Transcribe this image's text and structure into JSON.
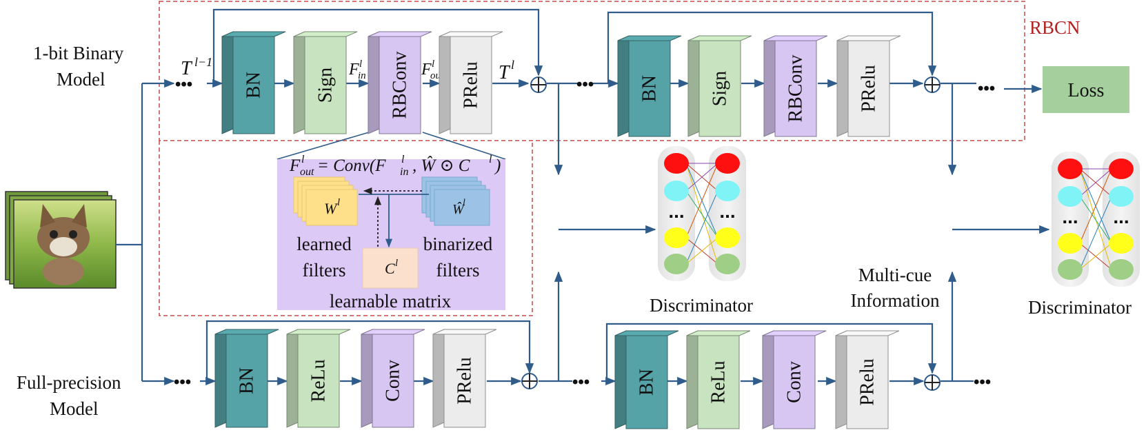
{
  "labels": {
    "binary_model_line1": "1-bit Binary",
    "binary_model_line2": "Model",
    "fp_model_line1": "Full-precision",
    "fp_model_line2": "Model",
    "rbcn": "RBCN",
    "loss": "Loss",
    "discriminator_1": "Discriminator",
    "discriminator_2": "Discriminator",
    "multicue_line1": "Multi-cue",
    "multicue_line2": "Information",
    "learned_1": "learned",
    "learned_2": "filters",
    "binarized_1": "binarized",
    "binarized_2": "filters",
    "learnable_matrix": "learnable matrix",
    "dots": "•••",
    "disc_dots": "..."
  },
  "math": {
    "t_prev": "T",
    "t_prev_sup": "l−1",
    "f_in": "F",
    "f_in_sub": "in",
    "f_in_sup": "l",
    "f_out": "F",
    "f_out_sub": "out",
    "f_out_sup": "l",
    "t_l": "T",
    "t_l_sup": "l",
    "eq_lhs": "F",
    "eq_lhs_sub": "out",
    "eq_lhs_sup": "l",
    "eq_rhs": " = Conv(F",
    "eq_rhs_sub": "in",
    "eq_rhs_sup": "l",
    "eq_rhs_tail": ", Ŵ ⊙ C",
    "eq_rhs_tail_sup": "l",
    "eq_close": ")",
    "w_learned": "W",
    "w_learned_sup": "l",
    "w_binarized": "Ŵ",
    "w_binarized_sup": "l",
    "c_matrix": "C",
    "c_matrix_sup": "l"
  },
  "blocks": {
    "binary_row_1": [
      "BN",
      "Sign",
      "RBConv",
      "PRelu"
    ],
    "binary_row_2": [
      "BN",
      "Sign",
      "RBConv",
      "PRelu"
    ],
    "fp_row_1": [
      "BN",
      "ReLu",
      "Conv",
      "PRelu"
    ],
    "fp_row_2": [
      "BN",
      "ReLu",
      "Conv",
      "PRelu"
    ]
  },
  "colors": {
    "line": "#2f5c8a",
    "bn": "#56a3a7",
    "sign": "#c8e3bf",
    "conv": "#d7c6f2",
    "prelu": "#ececec",
    "loss": "#a5cf9d",
    "rbcn_border": "#c94a4a",
    "rbcn_text": "#b22222",
    "matrix_bg": "#dcc9f6",
    "w_learned": "#ffe08a",
    "w_binarized": "#9cc3e6",
    "c_matrix": "#fbe1cd",
    "node_red": "#ff1010",
    "node_cyan": "#7ff3f5",
    "node_yellow": "#ffff1a",
    "node_green": "#9fcf86"
  }
}
